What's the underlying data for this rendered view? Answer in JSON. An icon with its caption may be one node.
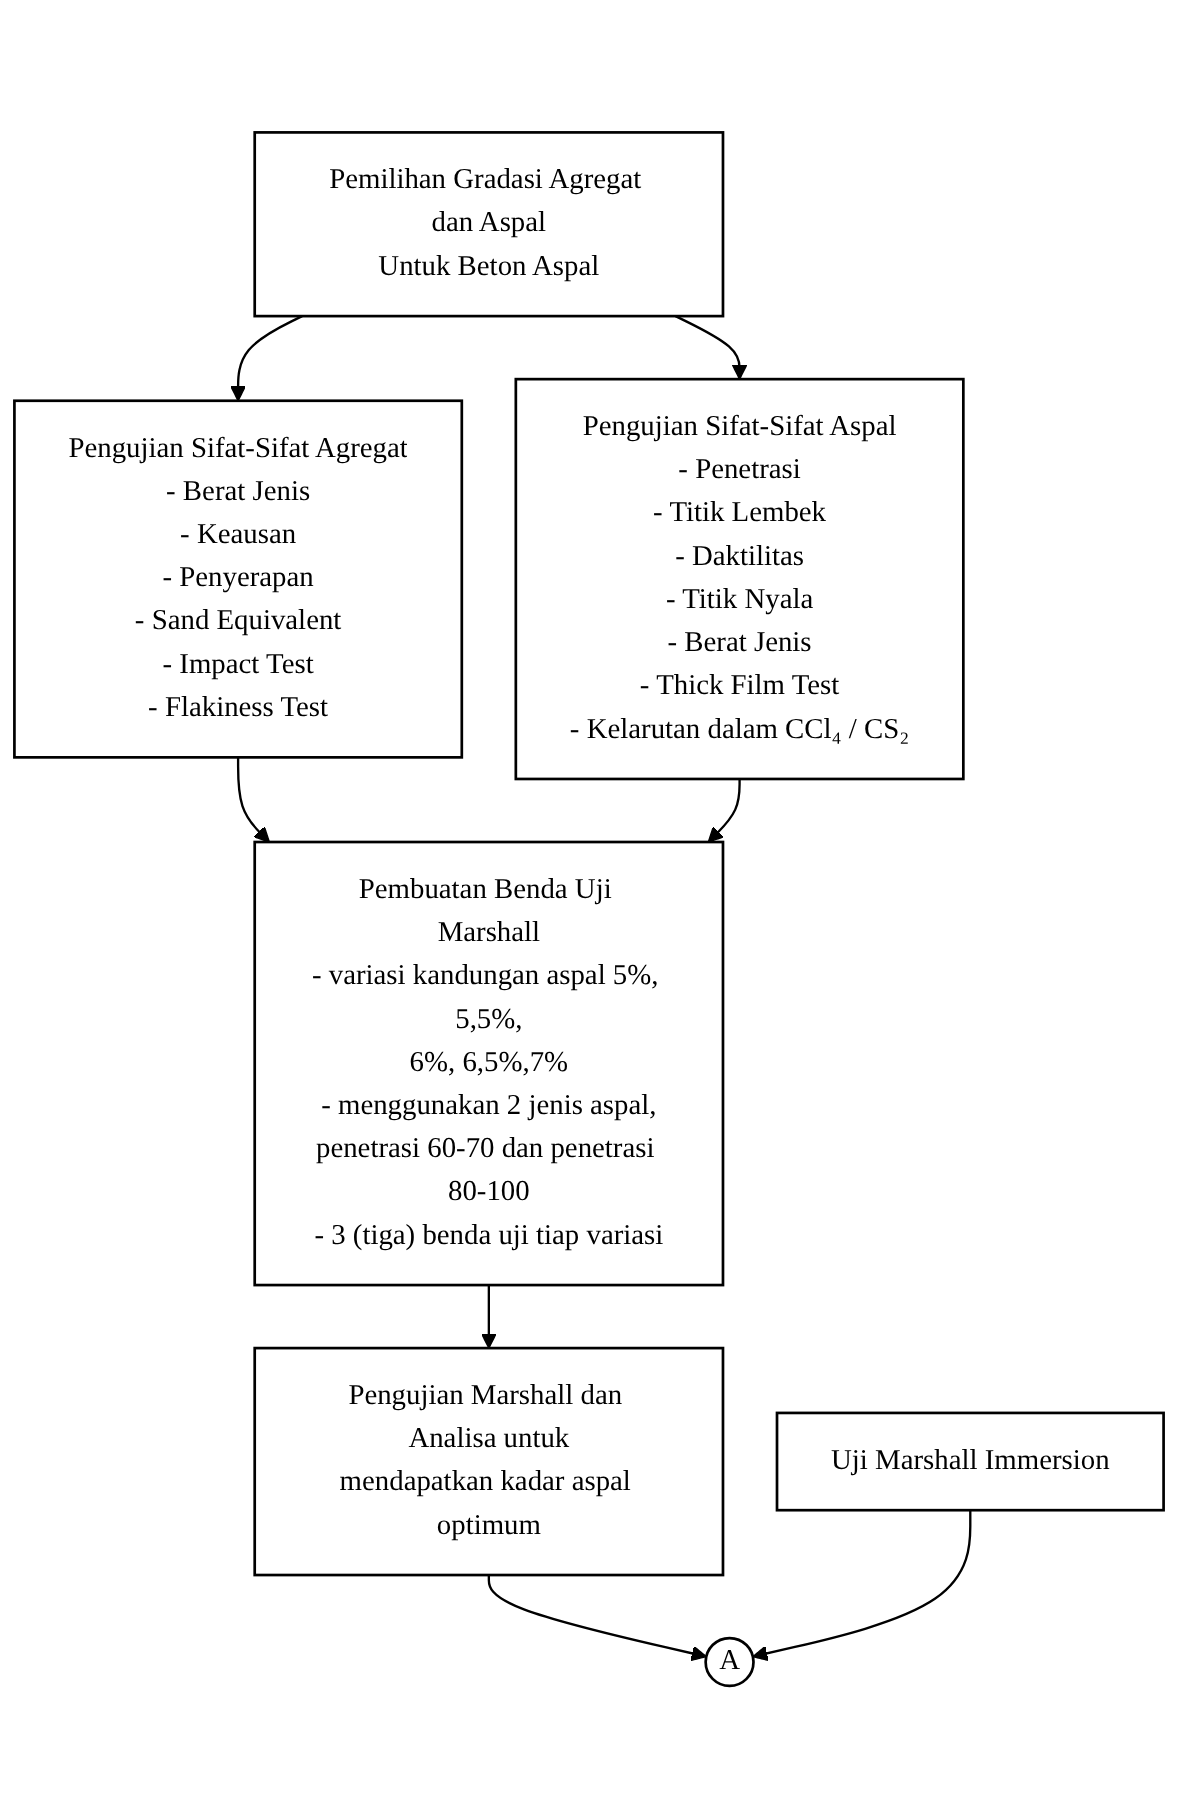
{
  "diagram": {
    "nodes": [
      {
        "text": [
          "Pemilihan Gradasi Agregat dan Aspal Untuk Beton Aspal"
        ]
      },
      {
        "text": [
          "Pengujian Sifat-Sifat Agregat",
          "- Berat Jenis",
          "- Keausan",
          "- Penyerapan",
          "- Sand Equivalent",
          "- Impact Test",
          "- Flakiness Test"
        ]
      },
      {
        "text": [
          "Pengujian Sifat-Sifat Aspal",
          "- Penetrasi",
          "- Titik Lembek",
          "- Daktilitas",
          "- Titik Nyala",
          "- Berat Jenis",
          "- Thick Film Test",
          "- Kelarutan dalam CCl₄ / CS₂"
        ]
      },
      {
        "text": [
          "Pembuatan Benda Uji Marshall",
          "- variasi kandungan aspal 5%, 5,5%, 6%, 6,5%,7%",
          "- menggunakan 2 jenis aspal, penetrasi 60-70 dan penetrasi 80-100",
          "- 3 (tiga) benda uji tiap variasi"
        ]
      },
      {
        "text": [
          "Pengujian Marshall dan Analisa untuk mendapatkan kadar aspal optimum"
        ]
      },
      {
        "text": [
          "Uji Marshall Immersion"
        ]
      },
      {
        "text": [
          "A"
        ]
      }
    ],
    "edges": [
      {
        "from": 0,
        "to": 1,
        "arrow": "to"
      },
      {
        "from": 0,
        "to": 2,
        "arrow": "to"
      },
      {
        "from": 1,
        "to": 3,
        "arrow": "to"
      },
      {
        "from": 2,
        "to": 3,
        "arrow": "to"
      },
      {
        "from": 3,
        "to": 4,
        "arrow": "to"
      },
      {
        "from": 4,
        "to": 6,
        "arrow": "to"
      },
      {
        "from": 5,
        "to": 6,
        "arrow": "to"
      }
    ]
  }
}
